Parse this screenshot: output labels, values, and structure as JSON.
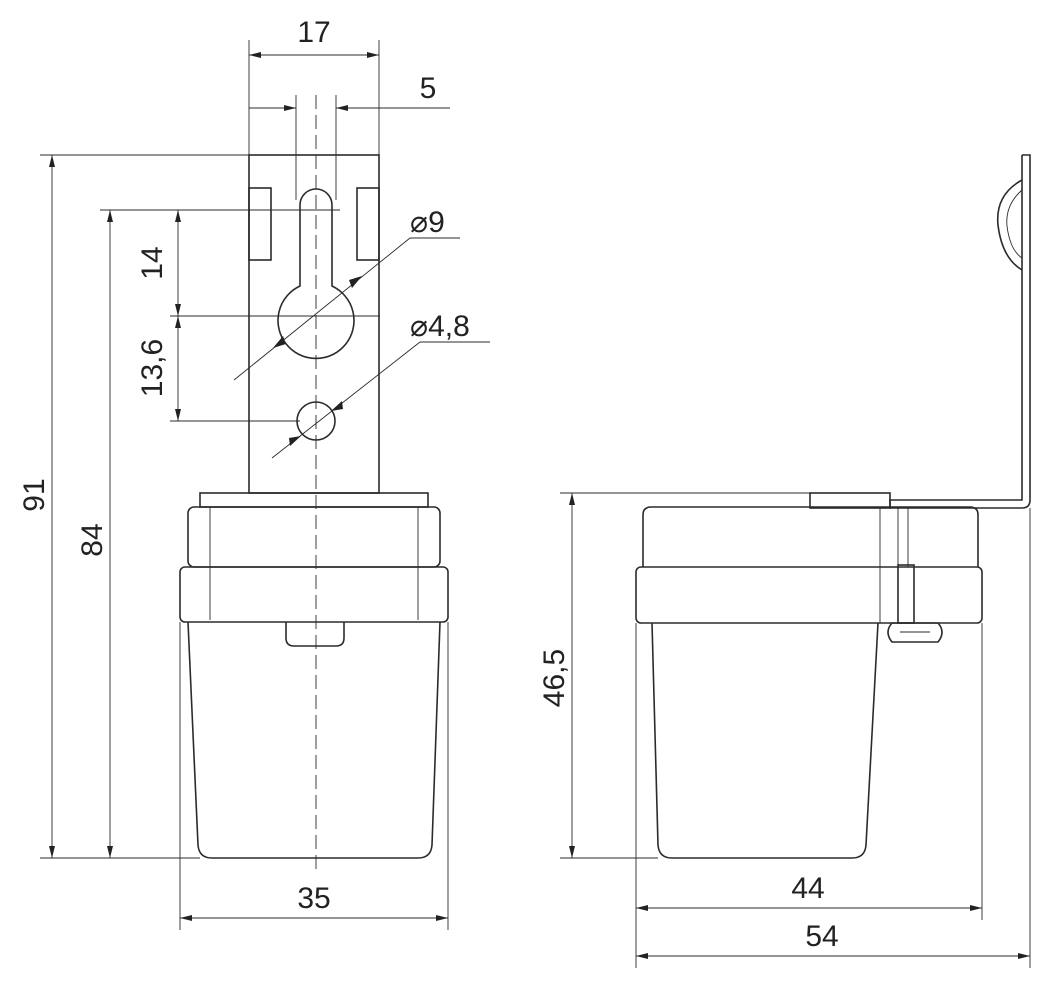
{
  "dimensions": {
    "bracket_width": "17",
    "slot_offset": "5",
    "hole_large": "9",
    "hole_small": "4,8",
    "slot_length": "14",
    "hole_spacing": "13,6",
    "total_height": "91",
    "mount_height": "84",
    "body_width_front": "35",
    "body_height_side": "46,5",
    "body_width_side": "44",
    "total_width_side": "54"
  },
  "symbols": {
    "diameter": "⌀"
  },
  "colors": {
    "line": "#2b2b2b",
    "background": "#ffffff"
  }
}
